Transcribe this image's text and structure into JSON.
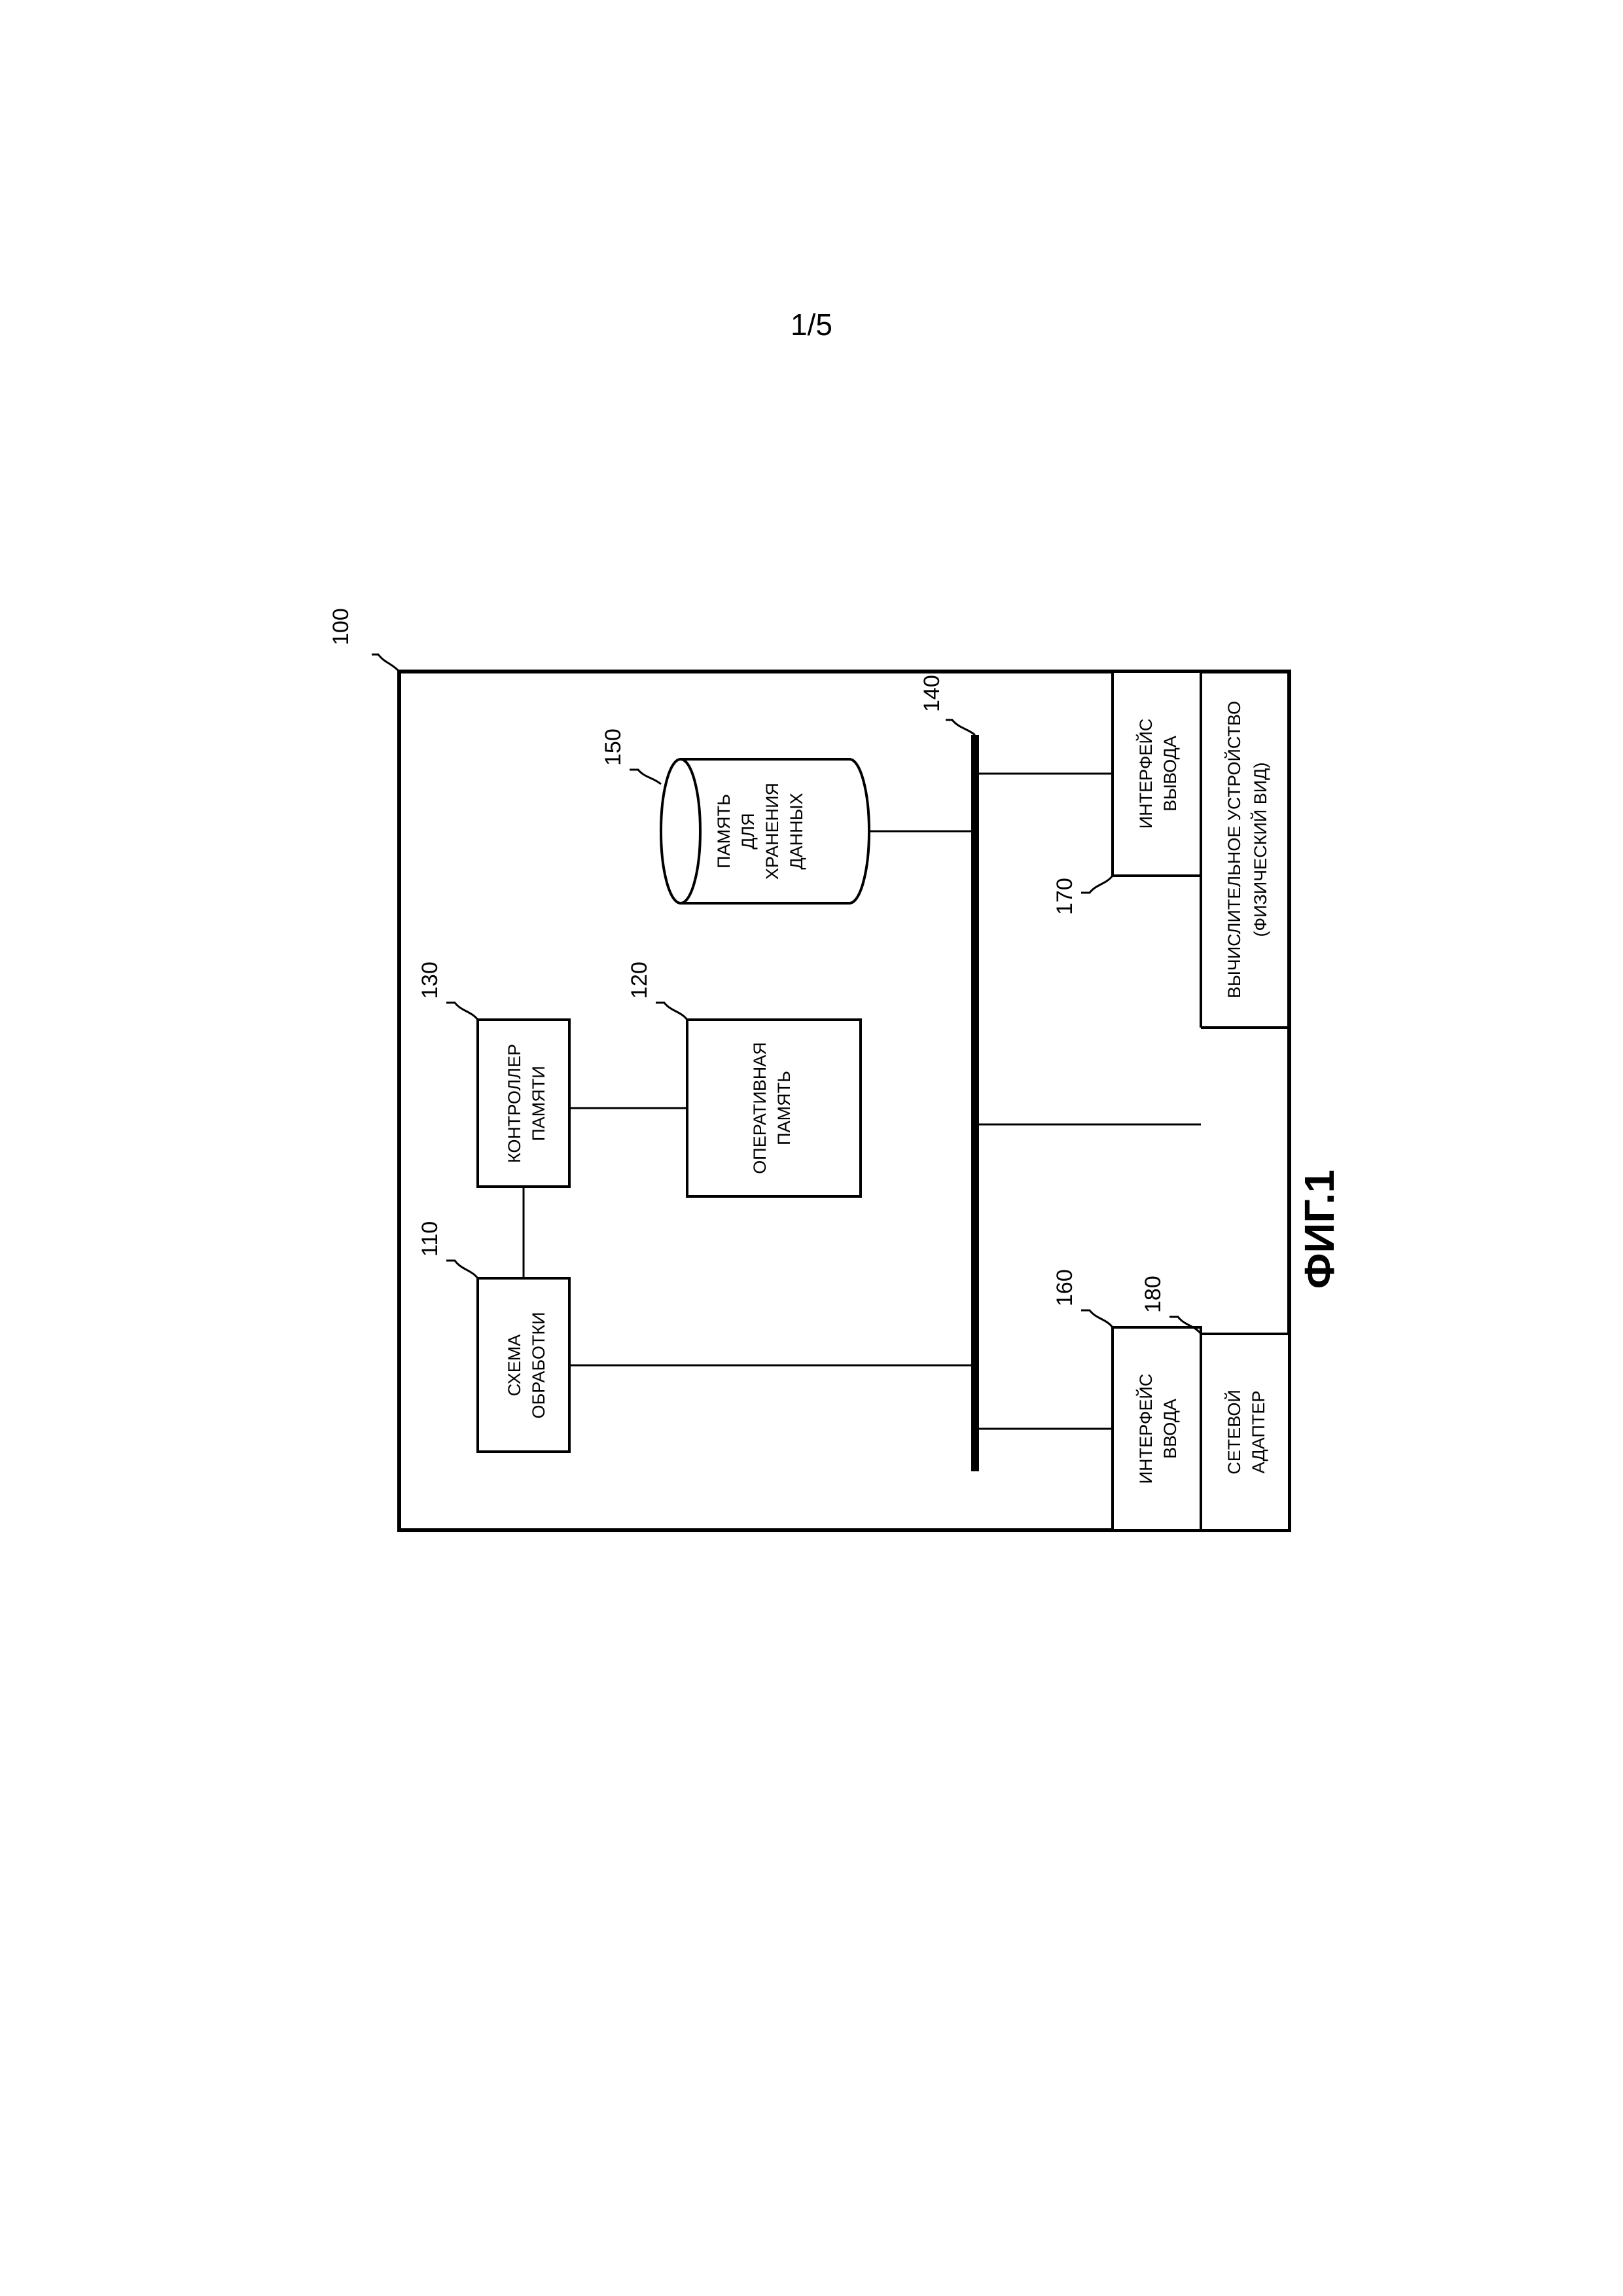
{
  "page_number": "1/5",
  "figure_caption": "ФИГ.1",
  "device": {
    "ref": "100",
    "label_line1": "ВЫЧИСЛИТЕЛЬНОЕ УСТРОЙСТВО",
    "label_line2": "(ФИЗИЧЕСКИЙ ВИД)"
  },
  "blocks": {
    "processing": {
      "ref": "110",
      "line1": "СХЕМА",
      "line2": "ОБРАБОТКИ"
    },
    "ram": {
      "ref": "120",
      "line1": "ОПЕРАТИВНАЯ",
      "line2": "ПАМЯТЬ"
    },
    "memctrl": {
      "ref": "130",
      "line1": "КОНТРОЛЛЕР",
      "line2": "ПАМЯТИ"
    },
    "bus": {
      "ref": "140"
    },
    "storage": {
      "ref": "150",
      "line1": "ПАМЯТЬ",
      "line2": "ДЛЯ",
      "line3": "ХРАНЕНИЯ",
      "line4": "ДАННЫХ"
    },
    "input_if": {
      "ref": "160",
      "line1": "ИНТЕРФЕЙС",
      "line2": "ВВОДА"
    },
    "output_if": {
      "ref": "170",
      "line1": "ИНТЕРФЕЙС",
      "line2": "ВЫВОДА"
    },
    "net": {
      "ref": "180",
      "line1": "СЕТЕВОЙ",
      "line2": "АДАПТЕР"
    }
  },
  "colors": {
    "ink": "#000000",
    "paper": "#ffffff"
  }
}
